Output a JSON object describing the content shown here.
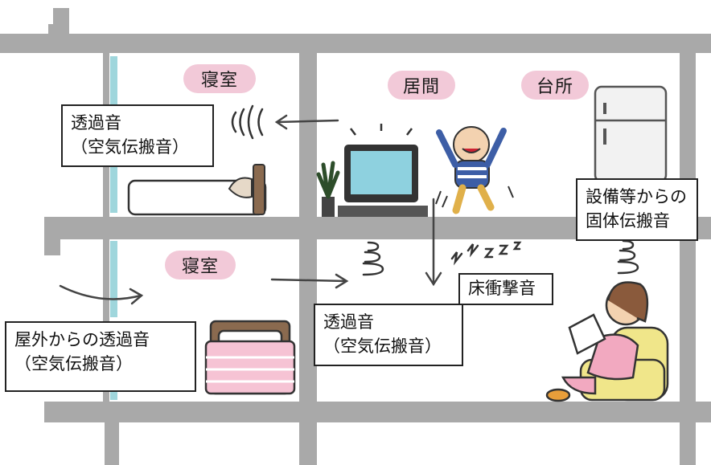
{
  "rooms": {
    "bedroom_upper": "寝室",
    "living": "居間",
    "kitchen": "台所",
    "bedroom_lower": "寝室"
  },
  "callouts": {
    "upper_transmission": {
      "line1": "透過音",
      "line2": "（空気伝搬音）"
    },
    "outdoor_transmission": {
      "line1": "屋外からの透過音",
      "line2": "（空気伝搬音）"
    },
    "lower_transmission": {
      "line1": "透過音",
      "line2": "（空気伝搬音）"
    },
    "equipment_structure": {
      "line1": "設備等からの",
      "line2": "固体伝搬音"
    },
    "floor_impact": {
      "line1": "床衝撃音"
    }
  },
  "colors": {
    "wall": "#a9a9a9",
    "label_pill": "#f2c9d8",
    "window_glass": "#9fd6dc",
    "tv_screen": "#8ed1df",
    "armchair": "#f0e68a",
    "bed_pink": "#f6c3d4"
  }
}
